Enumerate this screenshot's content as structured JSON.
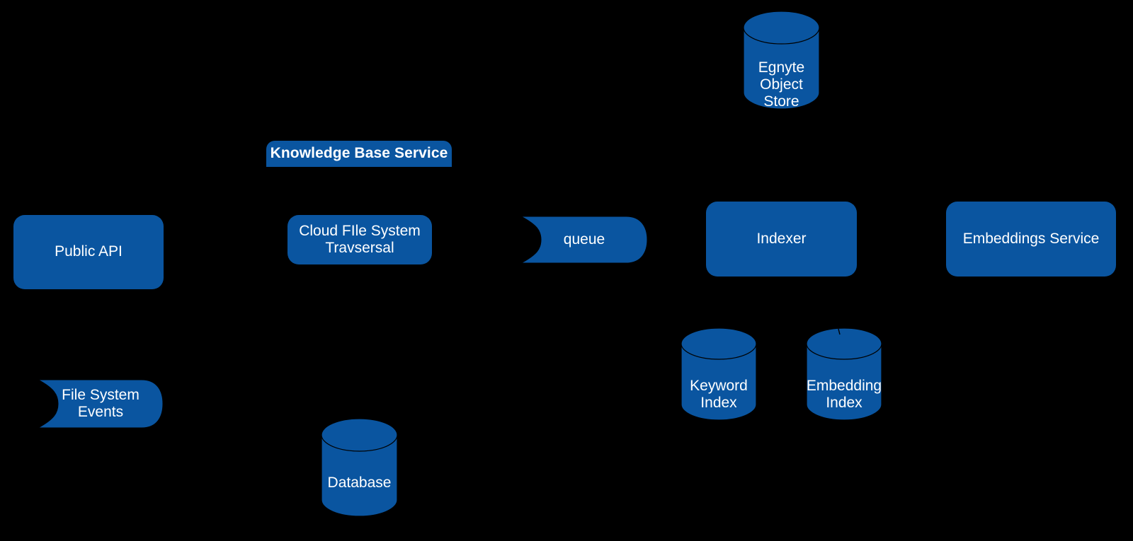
{
  "diagram": {
    "title": "Knowledge Base Service",
    "background_color": "#000000",
    "node_fill_color": "#0a55a0",
    "node_text_color": "#ffffff",
    "node_stroke_color": "#000000",
    "nodes": {
      "egnyte_object_store": {
        "label": "Egnyte\nObject\nStore",
        "shape": "cylinder"
      },
      "knowledge_base_service": {
        "label": "Knowledge Base Service",
        "shape": "tab-label"
      },
      "public_api": {
        "label": "Public API",
        "shape": "rounded-rectangle"
      },
      "cloud_file_system_traversal": {
        "label": "Cloud FIle System\nTravsersal",
        "shape": "rounded-rectangle"
      },
      "queue": {
        "label": "queue",
        "shape": "tape"
      },
      "indexer": {
        "label": "Indexer",
        "shape": "rounded-rectangle"
      },
      "embeddings_service": {
        "label": "Embeddings Service",
        "shape": "rounded-rectangle"
      },
      "keyword_index": {
        "label": "Keyword\nIndex",
        "shape": "cylinder"
      },
      "embedding_index": {
        "label": "Embedding\nIndex",
        "shape": "cylinder"
      },
      "file_system_events": {
        "label": "File System\nEvents",
        "shape": "tape"
      },
      "database": {
        "label": "Database",
        "shape": "cylinder"
      }
    }
  }
}
